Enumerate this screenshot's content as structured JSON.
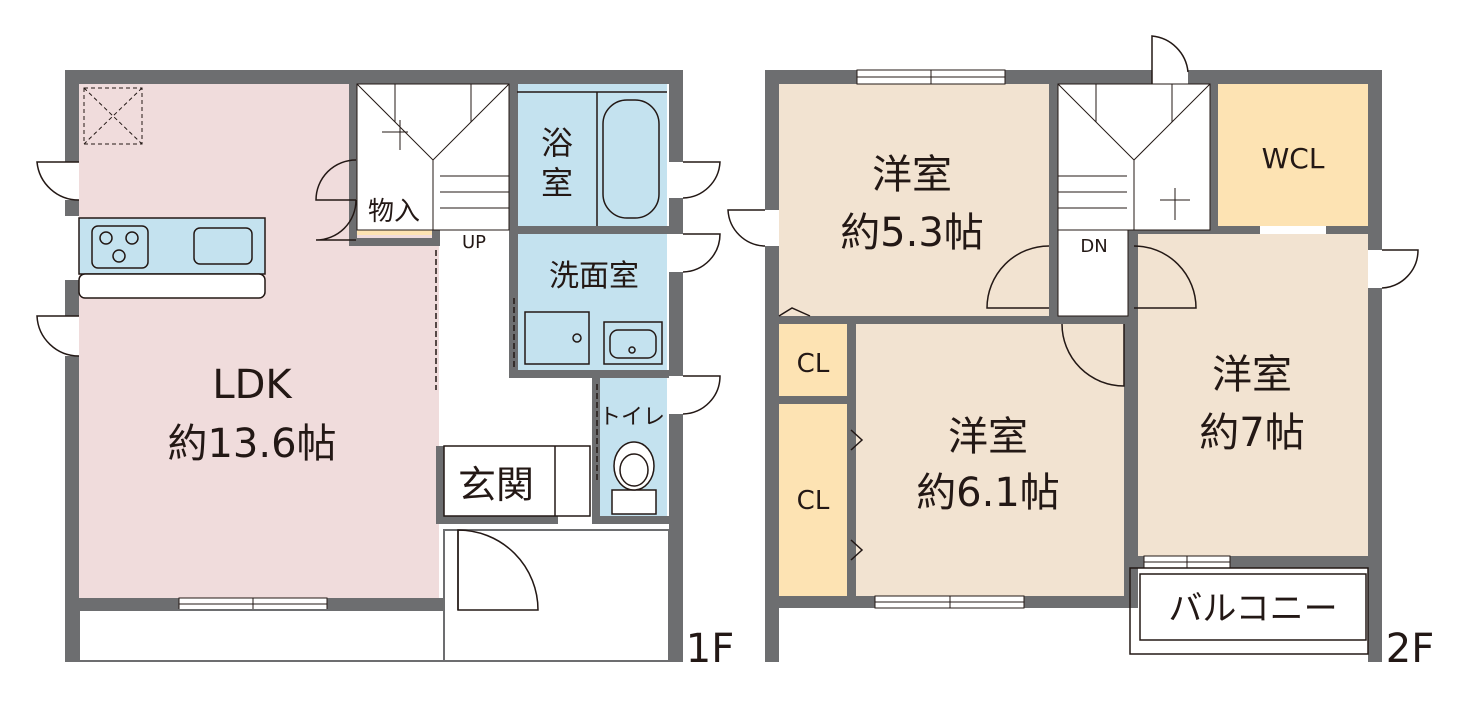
{
  "floor1": {
    "label": "1F",
    "rooms": {
      "ldk": {
        "name": "LDK",
        "size": "約13.6帖"
      },
      "storage": "物入",
      "bath": [
        "浴",
        "室"
      ],
      "washroom": "洗面室",
      "toilet": "トイレ",
      "entrance": "玄関",
      "stairs_label": "UP"
    }
  },
  "floor2": {
    "label": "2F",
    "rooms": {
      "room_a": {
        "name": "洋室",
        "size": "約5.3帖"
      },
      "room_b": {
        "name": "洋室",
        "size": "約6.1帖"
      },
      "room_c": {
        "name": "洋室",
        "size": "約7帖"
      },
      "wcl": "WCL",
      "cl_top": "CL",
      "cl_bottom": "CL",
      "balcony": "バルコニー",
      "stairs_label": "DN"
    }
  },
  "colors": {
    "wall": "#6d6e70",
    "ldk": "#f0dcdc",
    "western_room": "#f2e3d1",
    "closet": "#fde3b3",
    "wet_area": "#c4e2ef",
    "line": "#231815"
  }
}
